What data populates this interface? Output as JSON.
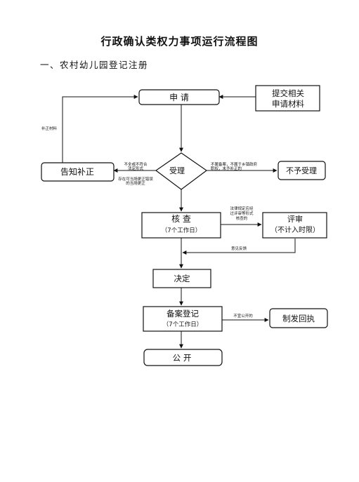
{
  "title": "行政确认类权力事项运行流程图",
  "subtitle": "一、农村幼儿园登记注册",
  "nodes": {
    "apply": "申 请",
    "submit_l1": "提交相关",
    "submit_l2": "申请材料",
    "notify": "告知补正",
    "accept": "受理",
    "reject": "不予受理",
    "check": "核 查",
    "check_days": "（7个工作日）",
    "review": "评审",
    "review_days": "（不计入时限）",
    "decide": "决定",
    "record": "备案登记",
    "record_days": "（7个工作日）",
    "certificate": "制发回执",
    "publish": "公 开"
  },
  "edges": {
    "supplement": "补正材料",
    "incomplete_l1": "不全或不符合",
    "incomplete_l2": "法定形式",
    "correctable_l1": "存在可当场更正错误",
    "correctable_l2": "的当场更正",
    "not_filing_l1": "不属备案，不属于乡镇政府",
    "not_filing_l2": "职权，未予补正的",
    "review_cond_l1": "法律规定应经",
    "review_cond_l2": "过评审等形式",
    "review_cond_l3": "核查的",
    "feedback": "意见反馈",
    "not_public": "不宜公开的"
  }
}
